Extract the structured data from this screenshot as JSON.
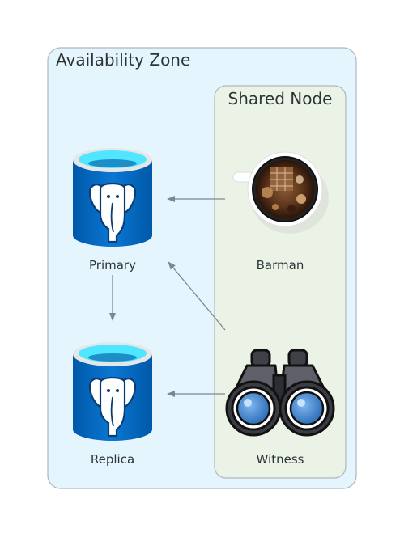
{
  "clusters": {
    "availability_zone": {
      "label": "Availability Zone"
    },
    "shared_node": {
      "label": "Shared Node"
    }
  },
  "nodes": {
    "primary": {
      "label": "Primary",
      "icon": "postgresql-database-icon"
    },
    "replica": {
      "label": "Replica",
      "icon": "postgresql-database-icon"
    },
    "barman": {
      "label": "Barman",
      "icon": "coffee-cup-icon"
    },
    "witness": {
      "label": "Witness",
      "icon": "binoculars-icon"
    }
  },
  "edges": [
    {
      "from": "barman",
      "to": "primary"
    },
    {
      "from": "primary",
      "to": "replica"
    },
    {
      "from": "witness",
      "to": "primary"
    },
    {
      "from": "witness",
      "to": "replica"
    }
  ],
  "colors": {
    "zone_fill": "#e5f5fd",
    "zone_border": "#aeb6be",
    "shared_fill": "#ebf3e7",
    "shared_border": "#aeb6be",
    "edge": "#7b8894",
    "db_body": "#0a6fc2",
    "db_top": "#50e6ff"
  }
}
